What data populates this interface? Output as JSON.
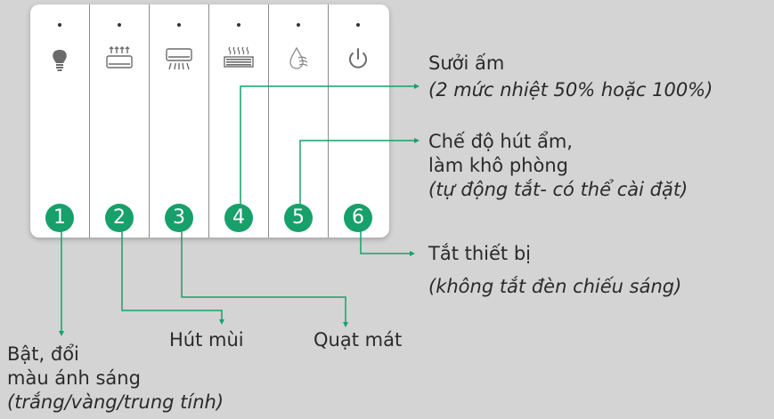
{
  "colors": {
    "accent": "#17a06a",
    "background": "#d4d4d4",
    "panel": "#ffffff"
  },
  "buttons": [
    {
      "number": "1",
      "icon": "light-bulb-icon"
    },
    {
      "number": "2",
      "icon": "exhaust-fan-icon"
    },
    {
      "number": "3",
      "icon": "cooling-fan-icon"
    },
    {
      "number": "4",
      "icon": "heater-icon"
    },
    {
      "number": "5",
      "icon": "dehumidify-icon"
    },
    {
      "number": "6",
      "icon": "power-icon"
    }
  ],
  "labels": {
    "heating": {
      "line1": "Sưởi ấm",
      "line2": "(2 mức nhiệt 50% hoặc 100%)"
    },
    "dry": {
      "line1": "Chế độ hút ẩm,",
      "line2": "làm khô phòng",
      "line3": "(tự động tắt- có thể cài đặt)"
    },
    "off": {
      "line1": "Tắt thiết bị",
      "line2": "(không tắt đèn chiếu sáng)"
    },
    "exhaust": "Hút mùi",
    "fan": "Quạt mát",
    "light": {
      "line1": "Bật, đổi",
      "line2": "màu ánh sáng",
      "line3": "(trắng/vàng/trung tính)"
    }
  }
}
